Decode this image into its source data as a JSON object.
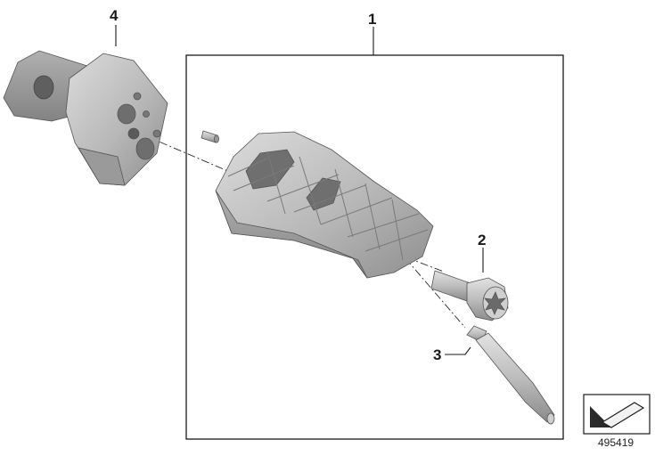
{
  "diagram": {
    "callouts": [
      {
        "id": "1",
        "label": "1"
      },
      {
        "id": "2",
        "label": "2"
      },
      {
        "id": "3",
        "label": "3"
      },
      {
        "id": "4",
        "label": "4"
      }
    ],
    "reference_number": "495419",
    "icon": "direction-of-travel-icon",
    "colors": {
      "part_light": "#c9c9c9",
      "part_mid": "#a8a8a8",
      "part_dark": "#7d7d7d",
      "line": "#2a2a2a"
    }
  }
}
